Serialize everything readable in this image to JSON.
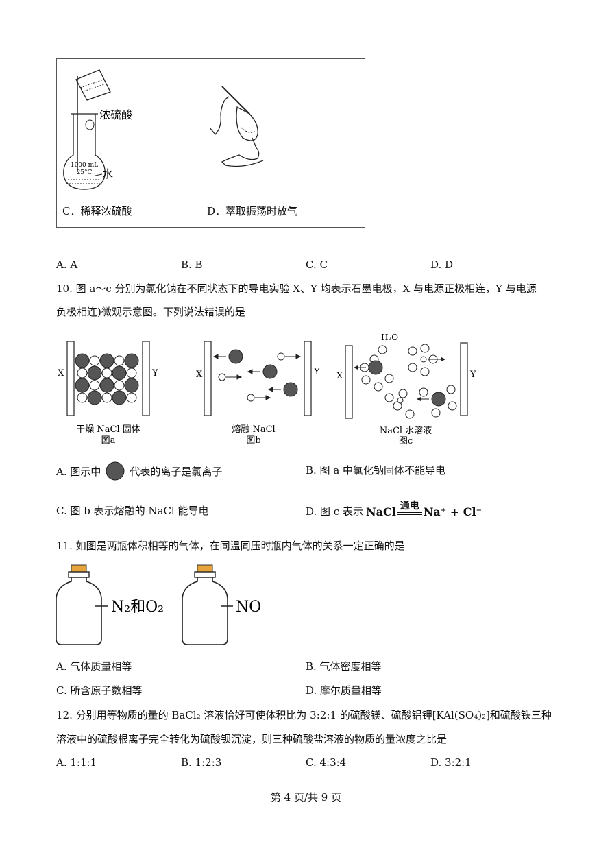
{
  "q9": {
    "conc_acid_label": "浓硫酸",
    "water_label": "水",
    "flask_volume": "1000 mL",
    "flask_temp": "25°C",
    "option_c_caption": "C．稀释浓硫酸",
    "option_d_caption": "D．萃取振荡时放气",
    "answers": [
      "A. A",
      "B. B",
      "C. C",
      "D. D"
    ]
  },
  "q10": {
    "stem_line1": "10. 图 a～c 分别为氯化钠在不同状态下的导电实验 X、Y 均表示石墨电极，X 与电源正极相连，Y 与电源",
    "stem_line2": "负极相连)微观示意图。下列说法错误的是",
    "electrode_x": "X",
    "electrode_y": "Y",
    "water_label": "H₂O",
    "fig_a_caption": "干燥 NaCl 固体",
    "fig_a_name": "图a",
    "fig_b_caption": "熔融 NaCl",
    "fig_b_name": "图b",
    "fig_c_caption": "NaCl 水溶液",
    "fig_c_name": "图c",
    "option_a_prefix": "A. 图示中",
    "option_a_suffix": "代表的离子是氯离子",
    "option_b": "B. 图 a 中氯化钠固体不能导电",
    "option_c": "C. 图 b 表示熔融的 NaCl 能导电",
    "option_d_prefix": "D. 图 c 表示",
    "equation_lhs": "NaCl",
    "equation_condition": "通电",
    "equation_rhs": "Na⁺ + Cl⁻"
  },
  "q11": {
    "stem": "11. 如图是两瓶体积相等的气体，在同温同压时瓶内气体的关系一定正确的是",
    "bottle1_label": "N₂和O₂",
    "bottle2_label": "NO",
    "option_a": "A. 气体质量相等",
    "option_b": "B. 气体密度相等",
    "option_c": "C. 所含原子数相等",
    "option_d": "D. 摩尔质量相等"
  },
  "q12": {
    "stem_line1": "12. 分别用等物质的量的 BaCl₂ 溶液恰好可使体积比为 3:2:1 的硫酸镁、硫酸铝钾[KAl(SO₄)₂]和硫酸铁三种",
    "stem_line2": "溶液中的硫酸根离子完全转化为硫酸钡沉淀，则三种硫酸盐溶液的物质的量浓度之比是",
    "answers": [
      "A. 1:1:1",
      "B. 1:2:3",
      "C. 4:3:4",
      "D. 3:2:1"
    ]
  },
  "footer": {
    "page_label": "第 4 页/共 9 页"
  },
  "icons": [
    "beaker-pour-icon",
    "volumetric-flask-icon",
    "separatory-funnel-hands-icon",
    "gas-bottle-icon"
  ]
}
